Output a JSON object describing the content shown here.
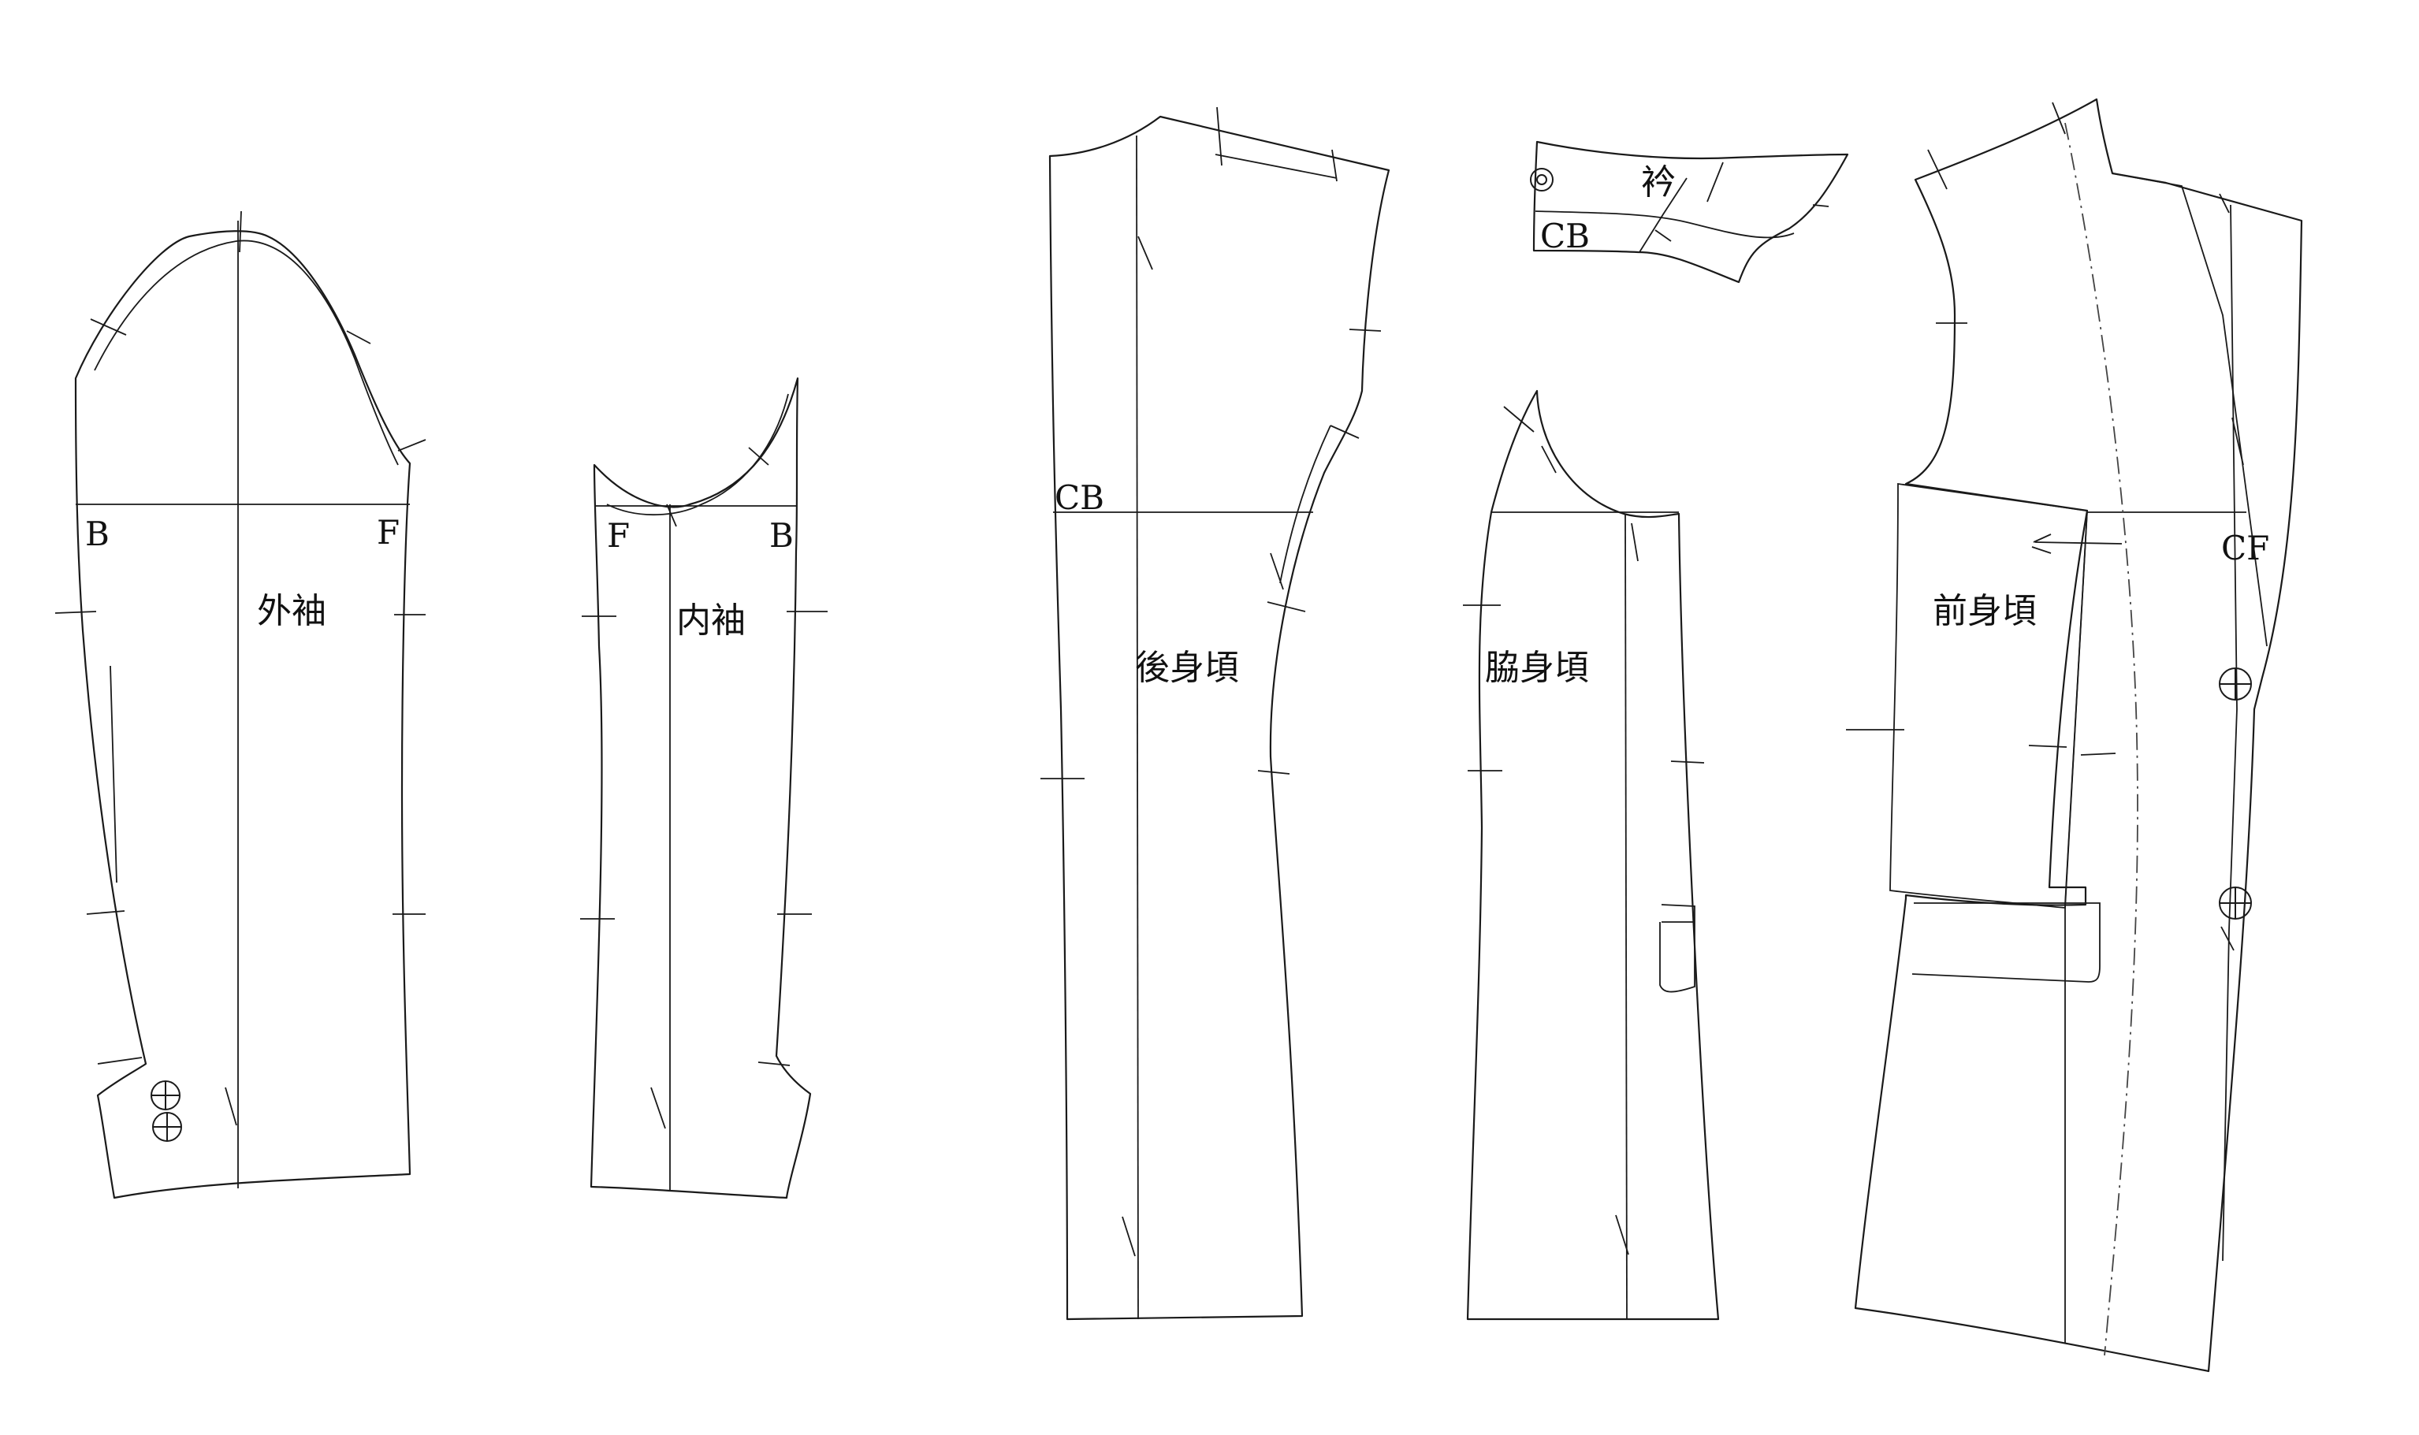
{
  "pieces": {
    "outer_sleeve": {
      "name": "外袖",
      "back_mark": "B",
      "front_mark": "F"
    },
    "inner_sleeve": {
      "name": "内袖",
      "front_mark": "F",
      "back_mark": "B"
    },
    "back_body": {
      "name": "後身頃",
      "center_mark": "CB"
    },
    "collar": {
      "name": "衿",
      "center_mark": "CB"
    },
    "side_body": {
      "name": "脇身頃"
    },
    "front_body": {
      "name": "前身頃",
      "center_mark": "CF"
    }
  },
  "colors": {
    "line": "#1a1a1a",
    "background": "#ffffff"
  }
}
